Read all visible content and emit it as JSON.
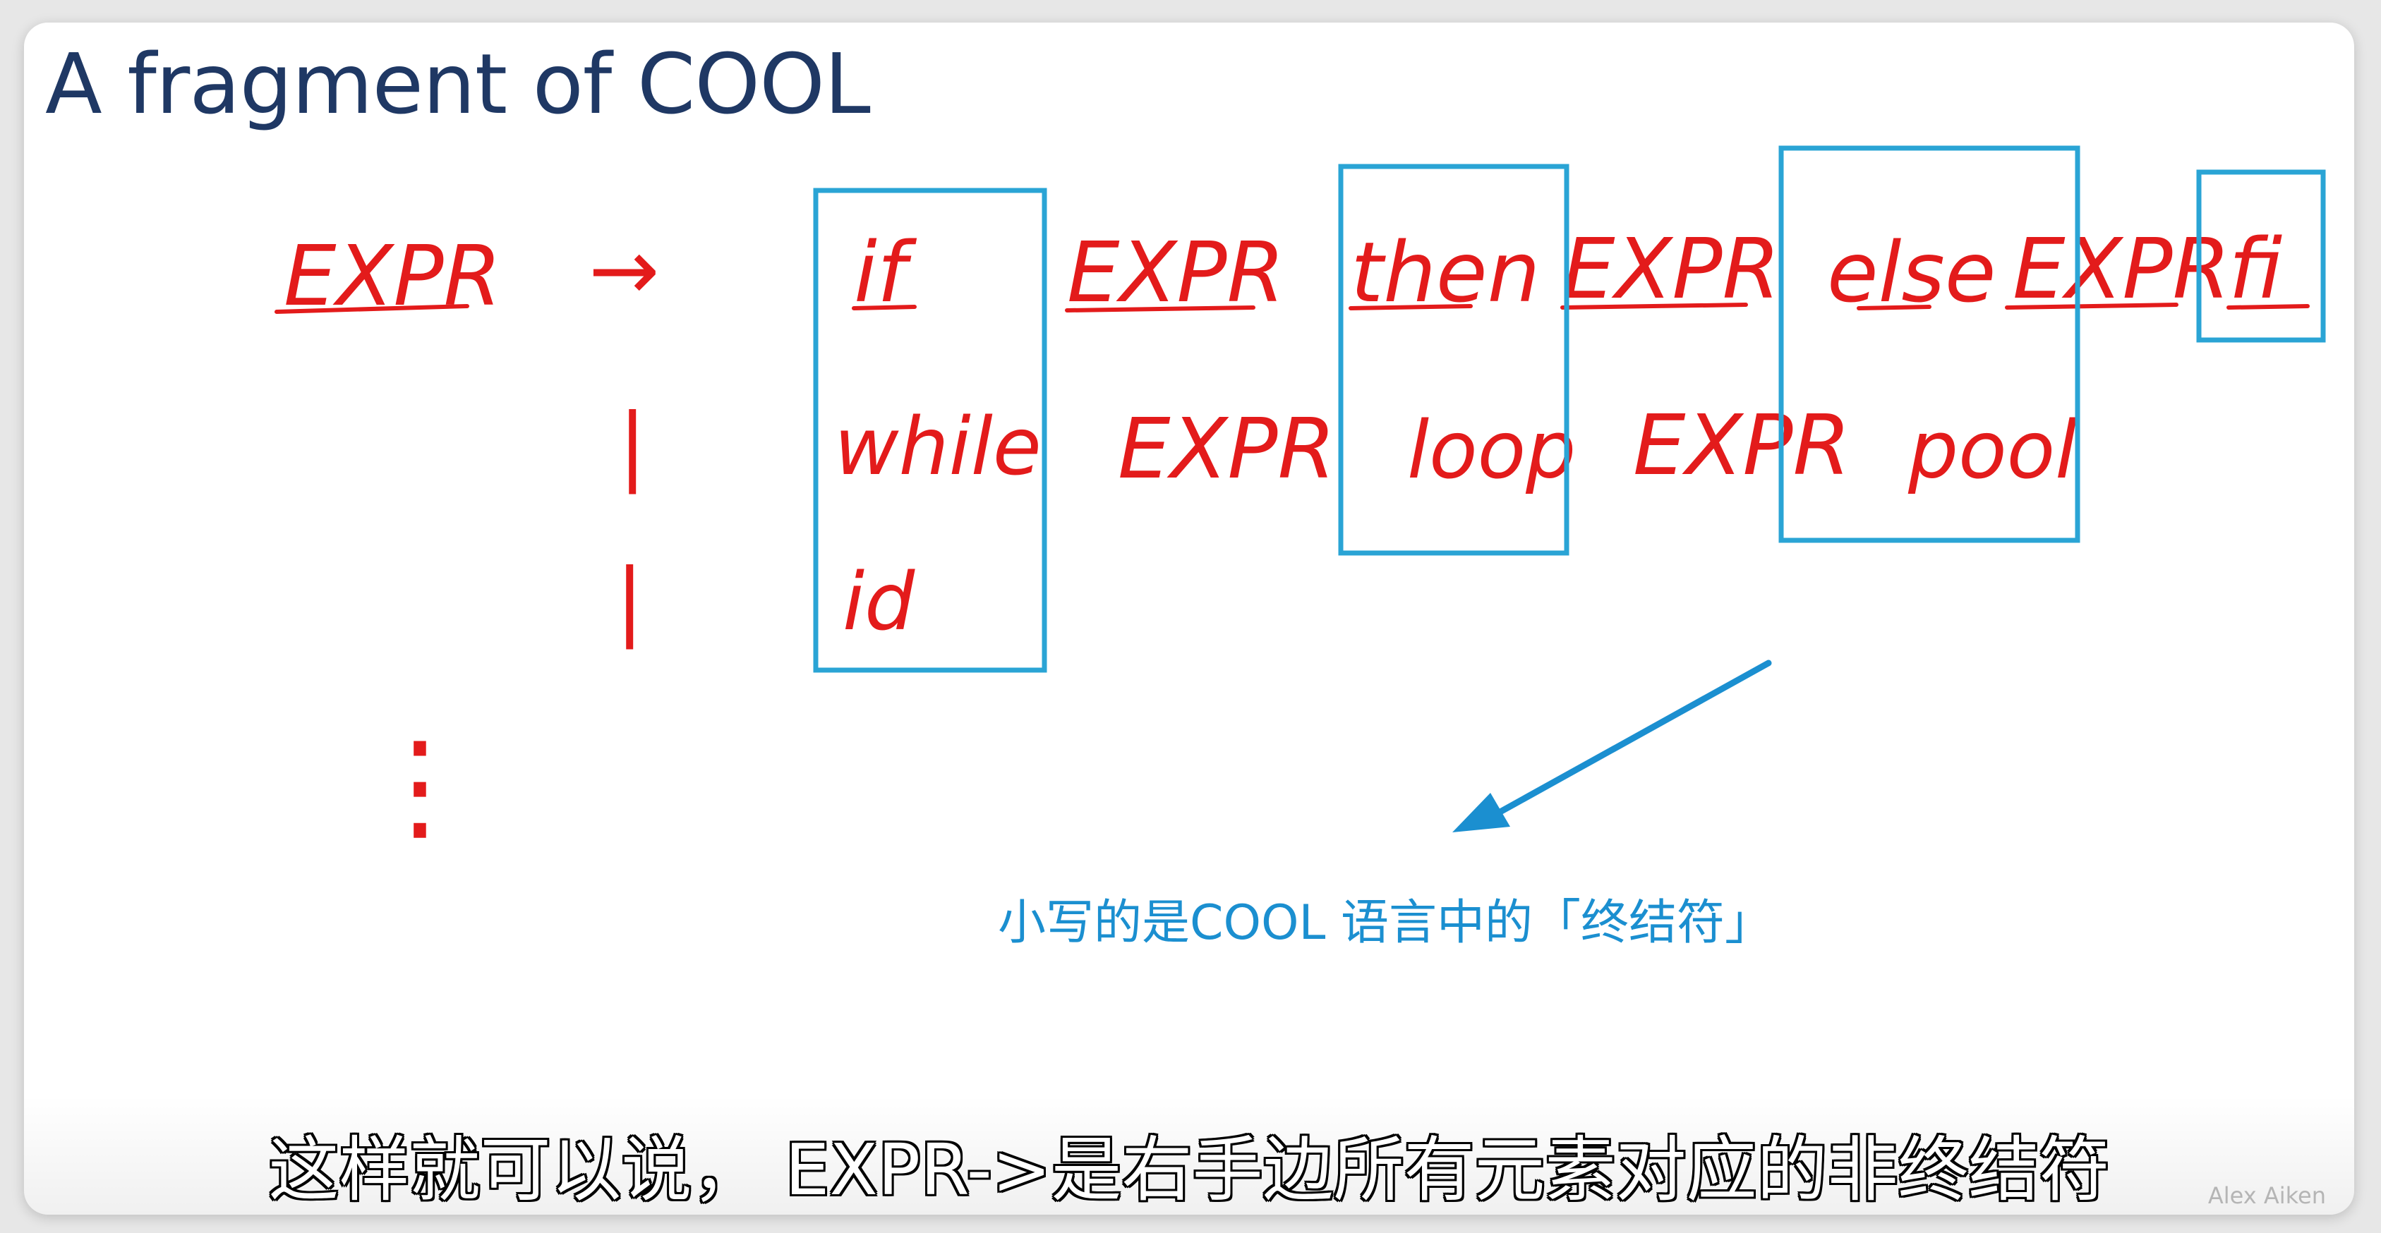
{
  "slide": {
    "title": "A fragment of COOL"
  },
  "grammar": {
    "lhs": "EXPR",
    "arrow": "→",
    "bar": "|",
    "rows": [
      [
        "if",
        "EXPR",
        "then",
        "EXPR",
        "else",
        "EXPR",
        "fi"
      ],
      [
        "while",
        "EXPR",
        "loop",
        "EXPR",
        "pool"
      ],
      [
        "id"
      ]
    ],
    "continuation": "⋮"
  },
  "annotation": {
    "text": "小写的是COOL 语言中的「终结符」"
  },
  "subtitle": {
    "text": "这样就可以说， EXPR->是右手边所有元素对应的非终结符"
  },
  "watermark": {
    "text": "Alex Aiken"
  },
  "colors": {
    "ink_red": "#e31b1b",
    "highlight_blue": "#2aa4d5",
    "title_navy": "#1f3864"
  }
}
